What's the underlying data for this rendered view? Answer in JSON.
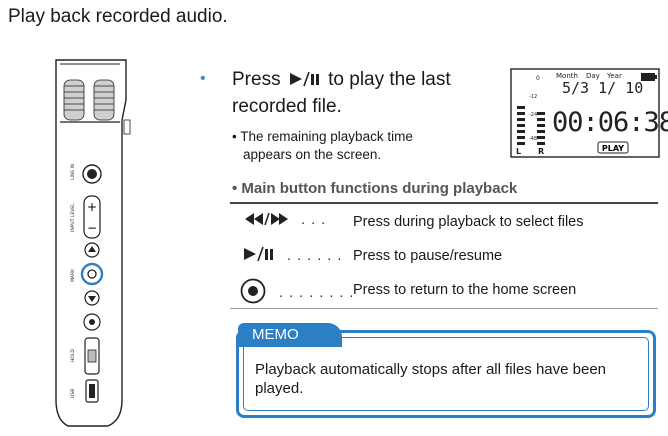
{
  "page": {
    "title": "Play back recorded audio."
  },
  "step": {
    "bullet": "•",
    "press_prefix": "Press",
    "play_icon_name": "play-pause-icon",
    "press_suffix": "to play the last",
    "line2": "recorded file.",
    "note_bullet": "•",
    "note_line1": "The remaining playback time",
    "note_line2": "appears on the screen."
  },
  "lcd": {
    "label_month": "Month",
    "label_day": "Day",
    "label_year": "Year",
    "date": "5/3 1/ 10",
    "time": "00:06:38",
    "play_badge": "PLAY",
    "label_l": "L",
    "label_r": "R",
    "meter_0": "0",
    "meter_12": "-12",
    "meter_24": "-24",
    "meter_48": "-48"
  },
  "functions": {
    "heading": "• Main button functions during playback",
    "rows": [
      {
        "icon": "skip-back-forward-icon",
        "dots": ". . .",
        "desc": "Press during playback to select files"
      },
      {
        "icon": "play-pause-icon",
        "dots": ". . . . . .",
        "desc": "Press to pause/resume"
      },
      {
        "icon": "home-button-icon",
        "dots": ". . . . . . . .",
        "desc": "Press to return to the home screen"
      }
    ]
  },
  "device": {
    "label_line": "LINE IN",
    "label_input": "INPUT LEVEL",
    "label_mark": "MARK",
    "label_hold": "HOLD",
    "label_usb": "USB"
  },
  "memo": {
    "tab": "MEMO",
    "text": "Playback automatically stops after all files have been played."
  },
  "colors": {
    "accent": "#2b7fc5",
    "text": "#1a1a1a"
  }
}
